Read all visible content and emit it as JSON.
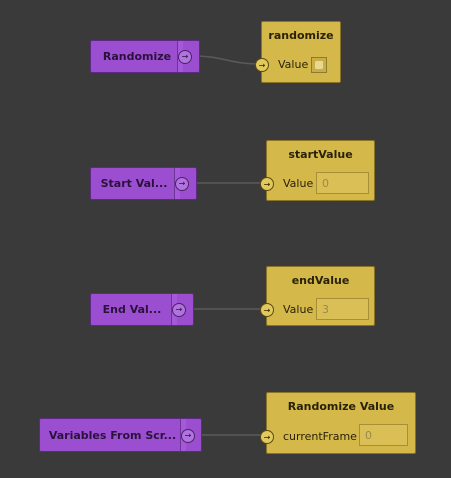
{
  "canvas": {
    "background": "#2b2b2b",
    "grid_color": "#3b3b3b",
    "wire_color": "#5a5a5a"
  },
  "colors": {
    "purple_node": "#9b4fd0",
    "yellow_node": "#d4b84a"
  },
  "icons": {
    "output_port": "arrow-right-icon",
    "input_port": "arrow-right-icon"
  },
  "port_glyph": "→",
  "source_nodes": [
    {
      "label": "Randomize"
    },
    {
      "label": "Start Val..."
    },
    {
      "label": "End Val..."
    },
    {
      "label": "Variables From Scr..."
    }
  ],
  "variable_nodes": [
    {
      "title": "randomize",
      "port_label": "Value",
      "input_type": "checkbox",
      "value": ""
    },
    {
      "title": "startValue",
      "port_label": "Value",
      "input_type": "number",
      "value": "0"
    },
    {
      "title": "endValue",
      "port_label": "Value",
      "input_type": "number",
      "value": "3"
    },
    {
      "title": "Randomize Value",
      "port_label": "currentFrame",
      "input_type": "number",
      "value": "0"
    }
  ]
}
